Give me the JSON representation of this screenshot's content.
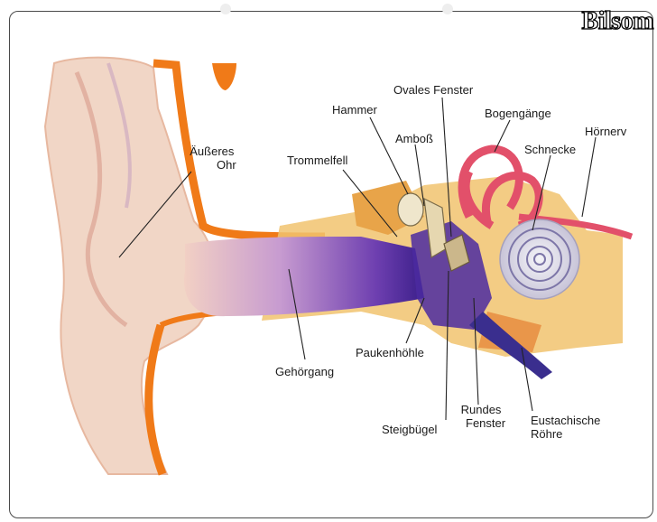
{
  "brand": "Bilsom",
  "labels": {
    "outer_ear_1": "Äußeres",
    "outer_ear_2": "Ohr",
    "eardrum": "Trommelfell",
    "hammer": "Hammer",
    "anvil": "Amboß",
    "oval_window": "Ovales Fenster",
    "semicircular": "Bogengänge",
    "cochlea": "Schnecke",
    "auditory_nerve": "Hörnerv",
    "ear_canal": "Gehörgang",
    "tympanic_cavity": "Paukenhöhle",
    "stapes": "Steigbügel",
    "round_window_1": "Rundes",
    "round_window_2": "Fenster",
    "eustachian_1": "Eustachische",
    "eustachian_2": "Röhre"
  }
}
